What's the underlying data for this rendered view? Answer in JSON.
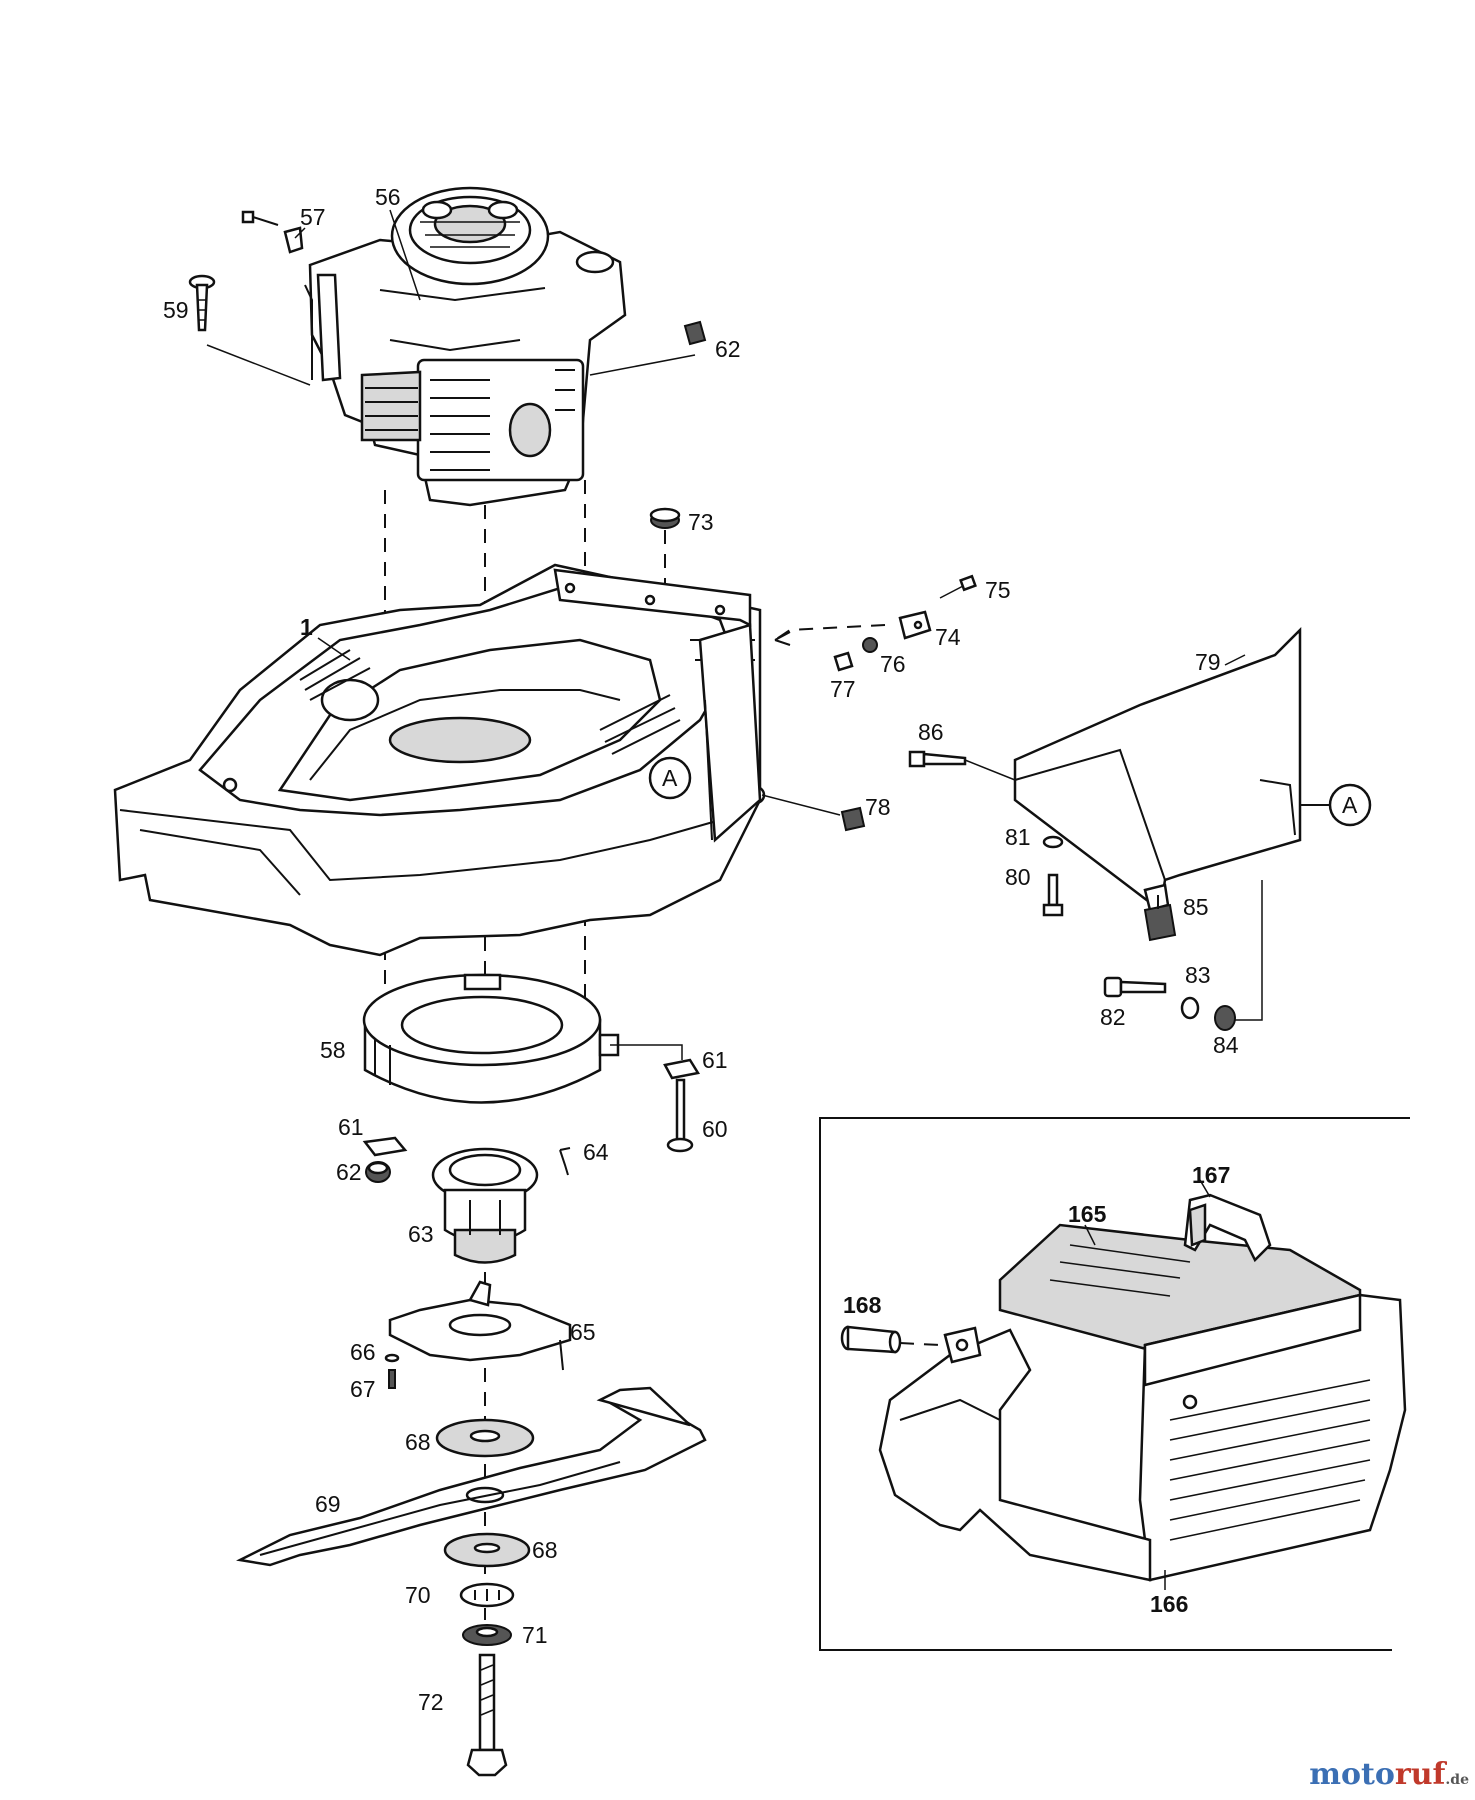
{
  "diagram": {
    "part_labels": {
      "p1": "1",
      "p56": "56",
      "p57": "57",
      "p58": "58",
      "p59": "59",
      "p60": "60",
      "p61a": "61",
      "p61b": "61",
      "p62a": "62",
      "p62b": "62",
      "p63": "63",
      "p64": "64",
      "p65": "65",
      "p66": "66",
      "p67": "67",
      "p68a": "68",
      "p68b": "68",
      "p69": "69",
      "p70": "70",
      "p71": "71",
      "p72": "72",
      "p73": "73",
      "p74": "74",
      "p75": "75",
      "p76": "76",
      "p77": "77",
      "p78": "78",
      "p79": "79",
      "p80": "80",
      "p81": "81",
      "p82": "82",
      "p83": "83",
      "p84": "84",
      "p85": "85",
      "p86": "86",
      "p165": "165",
      "p166": "166",
      "p167": "167",
      "p168": "168"
    },
    "reference_marker": "A",
    "reference_marker_2": "A"
  },
  "watermark": {
    "moto": "moto",
    "ruf": "ruf",
    "tld": ".de"
  },
  "colors": {
    "line": "#111111",
    "watermark_blue": "#3b6fb4",
    "watermark_red": "#c0392b"
  }
}
